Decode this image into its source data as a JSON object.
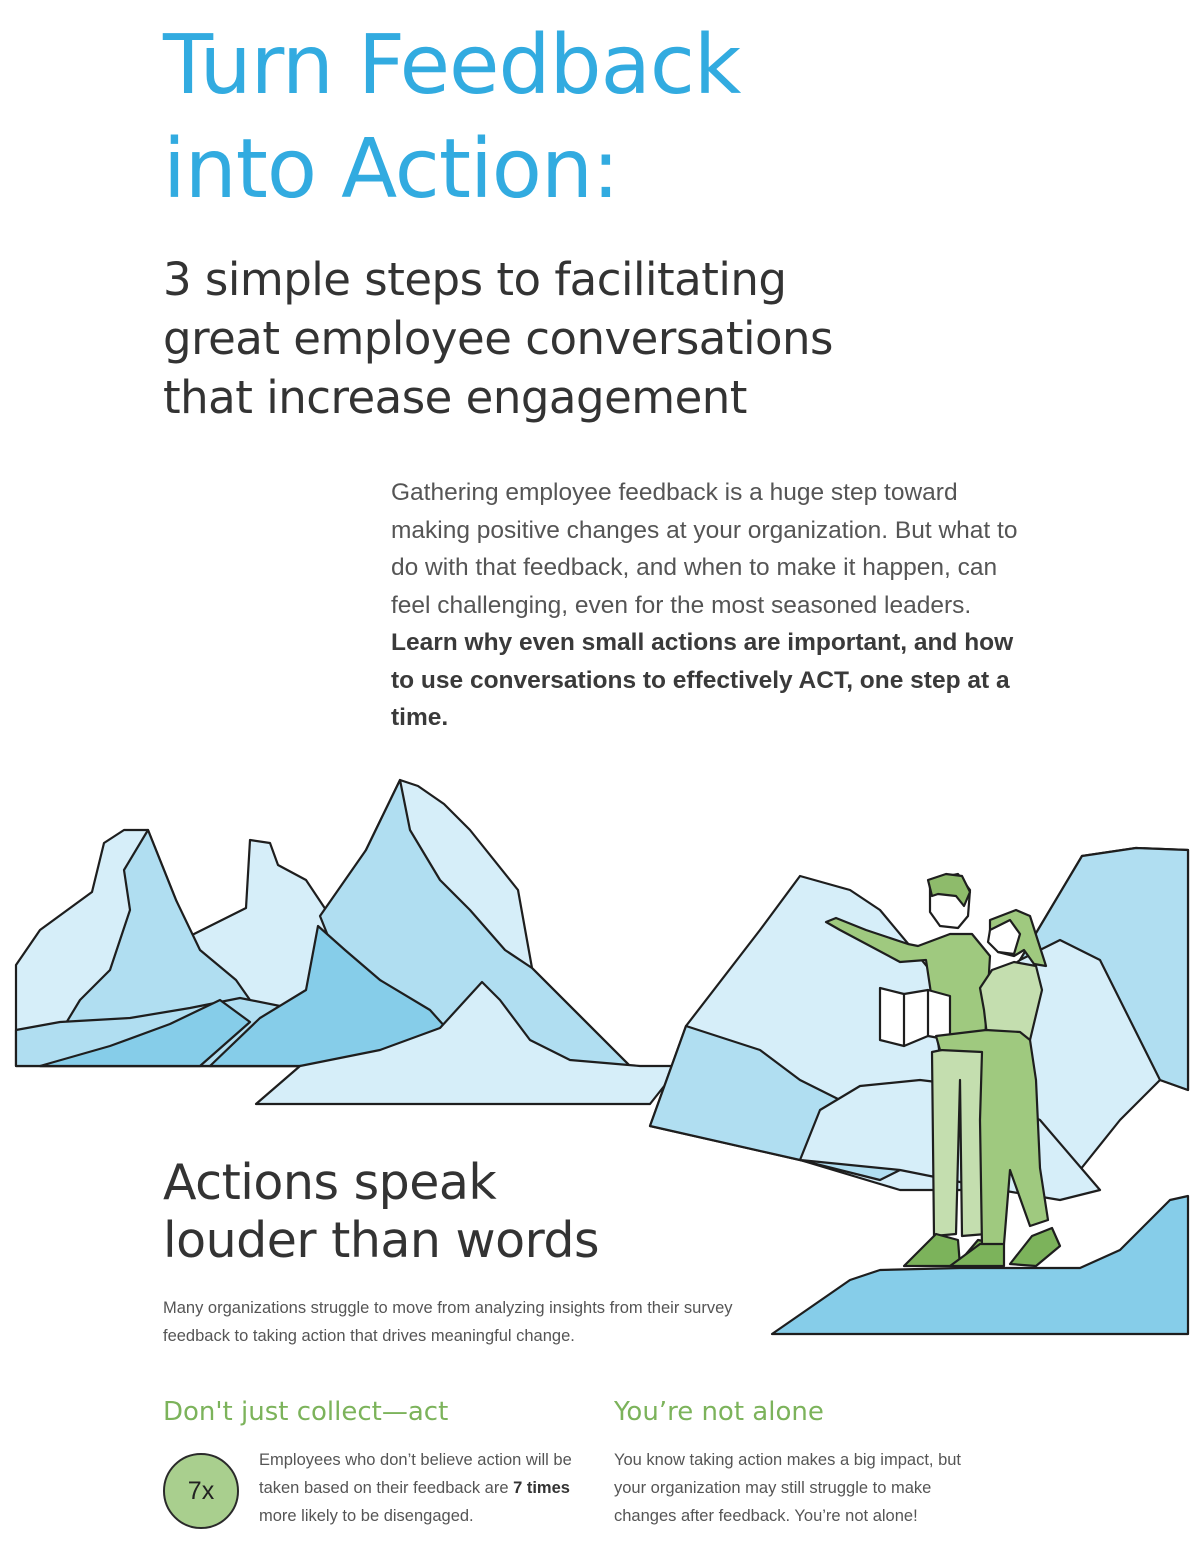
{
  "header": {
    "title_line1": "Turn Feedback",
    "title_line2": "into Action:",
    "subtitle_line1": "3 simple steps to facilitating",
    "subtitle_line2": "great employee conversations",
    "subtitle_line3": "that increase engagement"
  },
  "intro": {
    "text_regular": "Gathering employee feedback is a huge step toward making positive changes at your organization. But what to do with that feedback, and when to make it happen, can feel challenging, even for the most seasoned leaders. ",
    "text_bold": "Learn why even small actions are important, and how to use conversations to effectively ACT, one step at a time."
  },
  "colors": {
    "title_blue": "#32abe0",
    "accent_green": "#7cb35b",
    "mountain_light": "#d6eef9",
    "mountain_mid": "#b0def1",
    "mountain_dark": "#86cde9"
  },
  "section": {
    "title_line1": "Actions speak",
    "title_line2": "louder than words",
    "body": "Many organizations struggle to move from analyzing insights from their survey feedback to taking action that drives meaningful change."
  },
  "col_left": {
    "heading": "Don't just collect—act",
    "badge": "7x",
    "body_before": "Employees who don’t believe action will be taken based on their feedback are ",
    "body_bold": "7 times",
    "body_after": " more likely to be disengaged."
  },
  "col_right": {
    "heading": "You’re not alone",
    "body": "You know taking action makes a big impact, but your organization may still struggle to make changes after feedback. You’re not alone!"
  },
  "illustration": {
    "icon": "mountains-with-people-reading-map-illustration"
  }
}
